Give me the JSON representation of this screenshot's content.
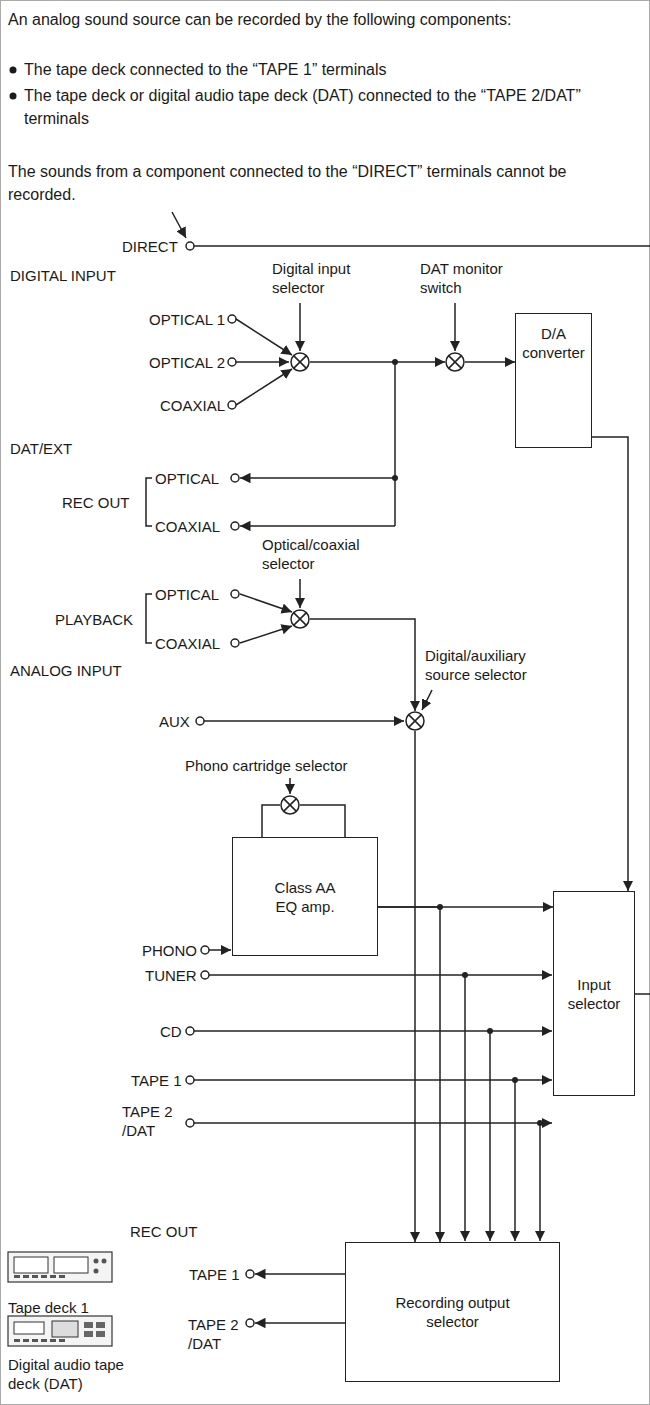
{
  "diagram": {
    "nodes": [
      {
        "text": [
          "Digital input selector"
        ]
      },
      {
        "text": [
          "DAT monitor switch"
        ]
      },
      {
        "text": [
          "D/A converter"
        ]
      },
      {
        "text": [
          "Optical/coaxial selector"
        ]
      },
      {
        "text": [
          "Digital/auxiliary source selector"
        ]
      },
      {
        "text": [
          "Phono cartridge selector"
        ]
      },
      {
        "text": [
          "Class AA EQ amp."
        ]
      },
      {
        "text": [
          "Input selector"
        ]
      },
      {
        "text": [
          "Recording output selector"
        ]
      }
    ],
    "edges": [
      {
        "from": 0,
        "to": 1,
        "arrow": "to"
      },
      {
        "from": 1,
        "to": 2,
        "arrow": "to"
      },
      {
        "from": 3,
        "to": 4,
        "arrow": "to"
      },
      {
        "from": 2,
        "to": 7,
        "arrow": "to"
      },
      {
        "from": 4,
        "to": 8,
        "arrow": "to"
      },
      {
        "from": 5,
        "to": 6,
        "arrow": "none"
      },
      {
        "from": 6,
        "to": 7,
        "arrow": "to"
      },
      {
        "from": 6,
        "to": 8,
        "arrow": "to"
      }
    ],
    "labels": [
      "An analog sound source can be recorded by the following components:",
      "The tape deck connected to the “TAPE 1” terminals",
      "The tape deck or digital audio tape deck (DAT) connected to the “TAPE 2/DAT” terminals",
      "The sounds from a component connected to the “DIRECT” terminals cannot be recorded.",
      "DIRECT",
      "DIGITAL INPUT",
      "OPTICAL 1",
      "OPTICAL 2",
      "COAXIAL",
      "DAT/EXT",
      "OPTICAL",
      "REC OUT",
      "COAXIAL",
      "OPTICAL",
      "PLAYBACK",
      "COAXIAL",
      "ANALOG INPUT",
      "AUX",
      "PHONO",
      "TUNER",
      "CD",
      "TAPE 1",
      "TAPE 2 /DAT",
      "REC OUT",
      "TAPE 1",
      "TAPE 2 /DAT",
      "Tape deck 1",
      "Digital audio tape deck (DAT)"
    ]
  }
}
